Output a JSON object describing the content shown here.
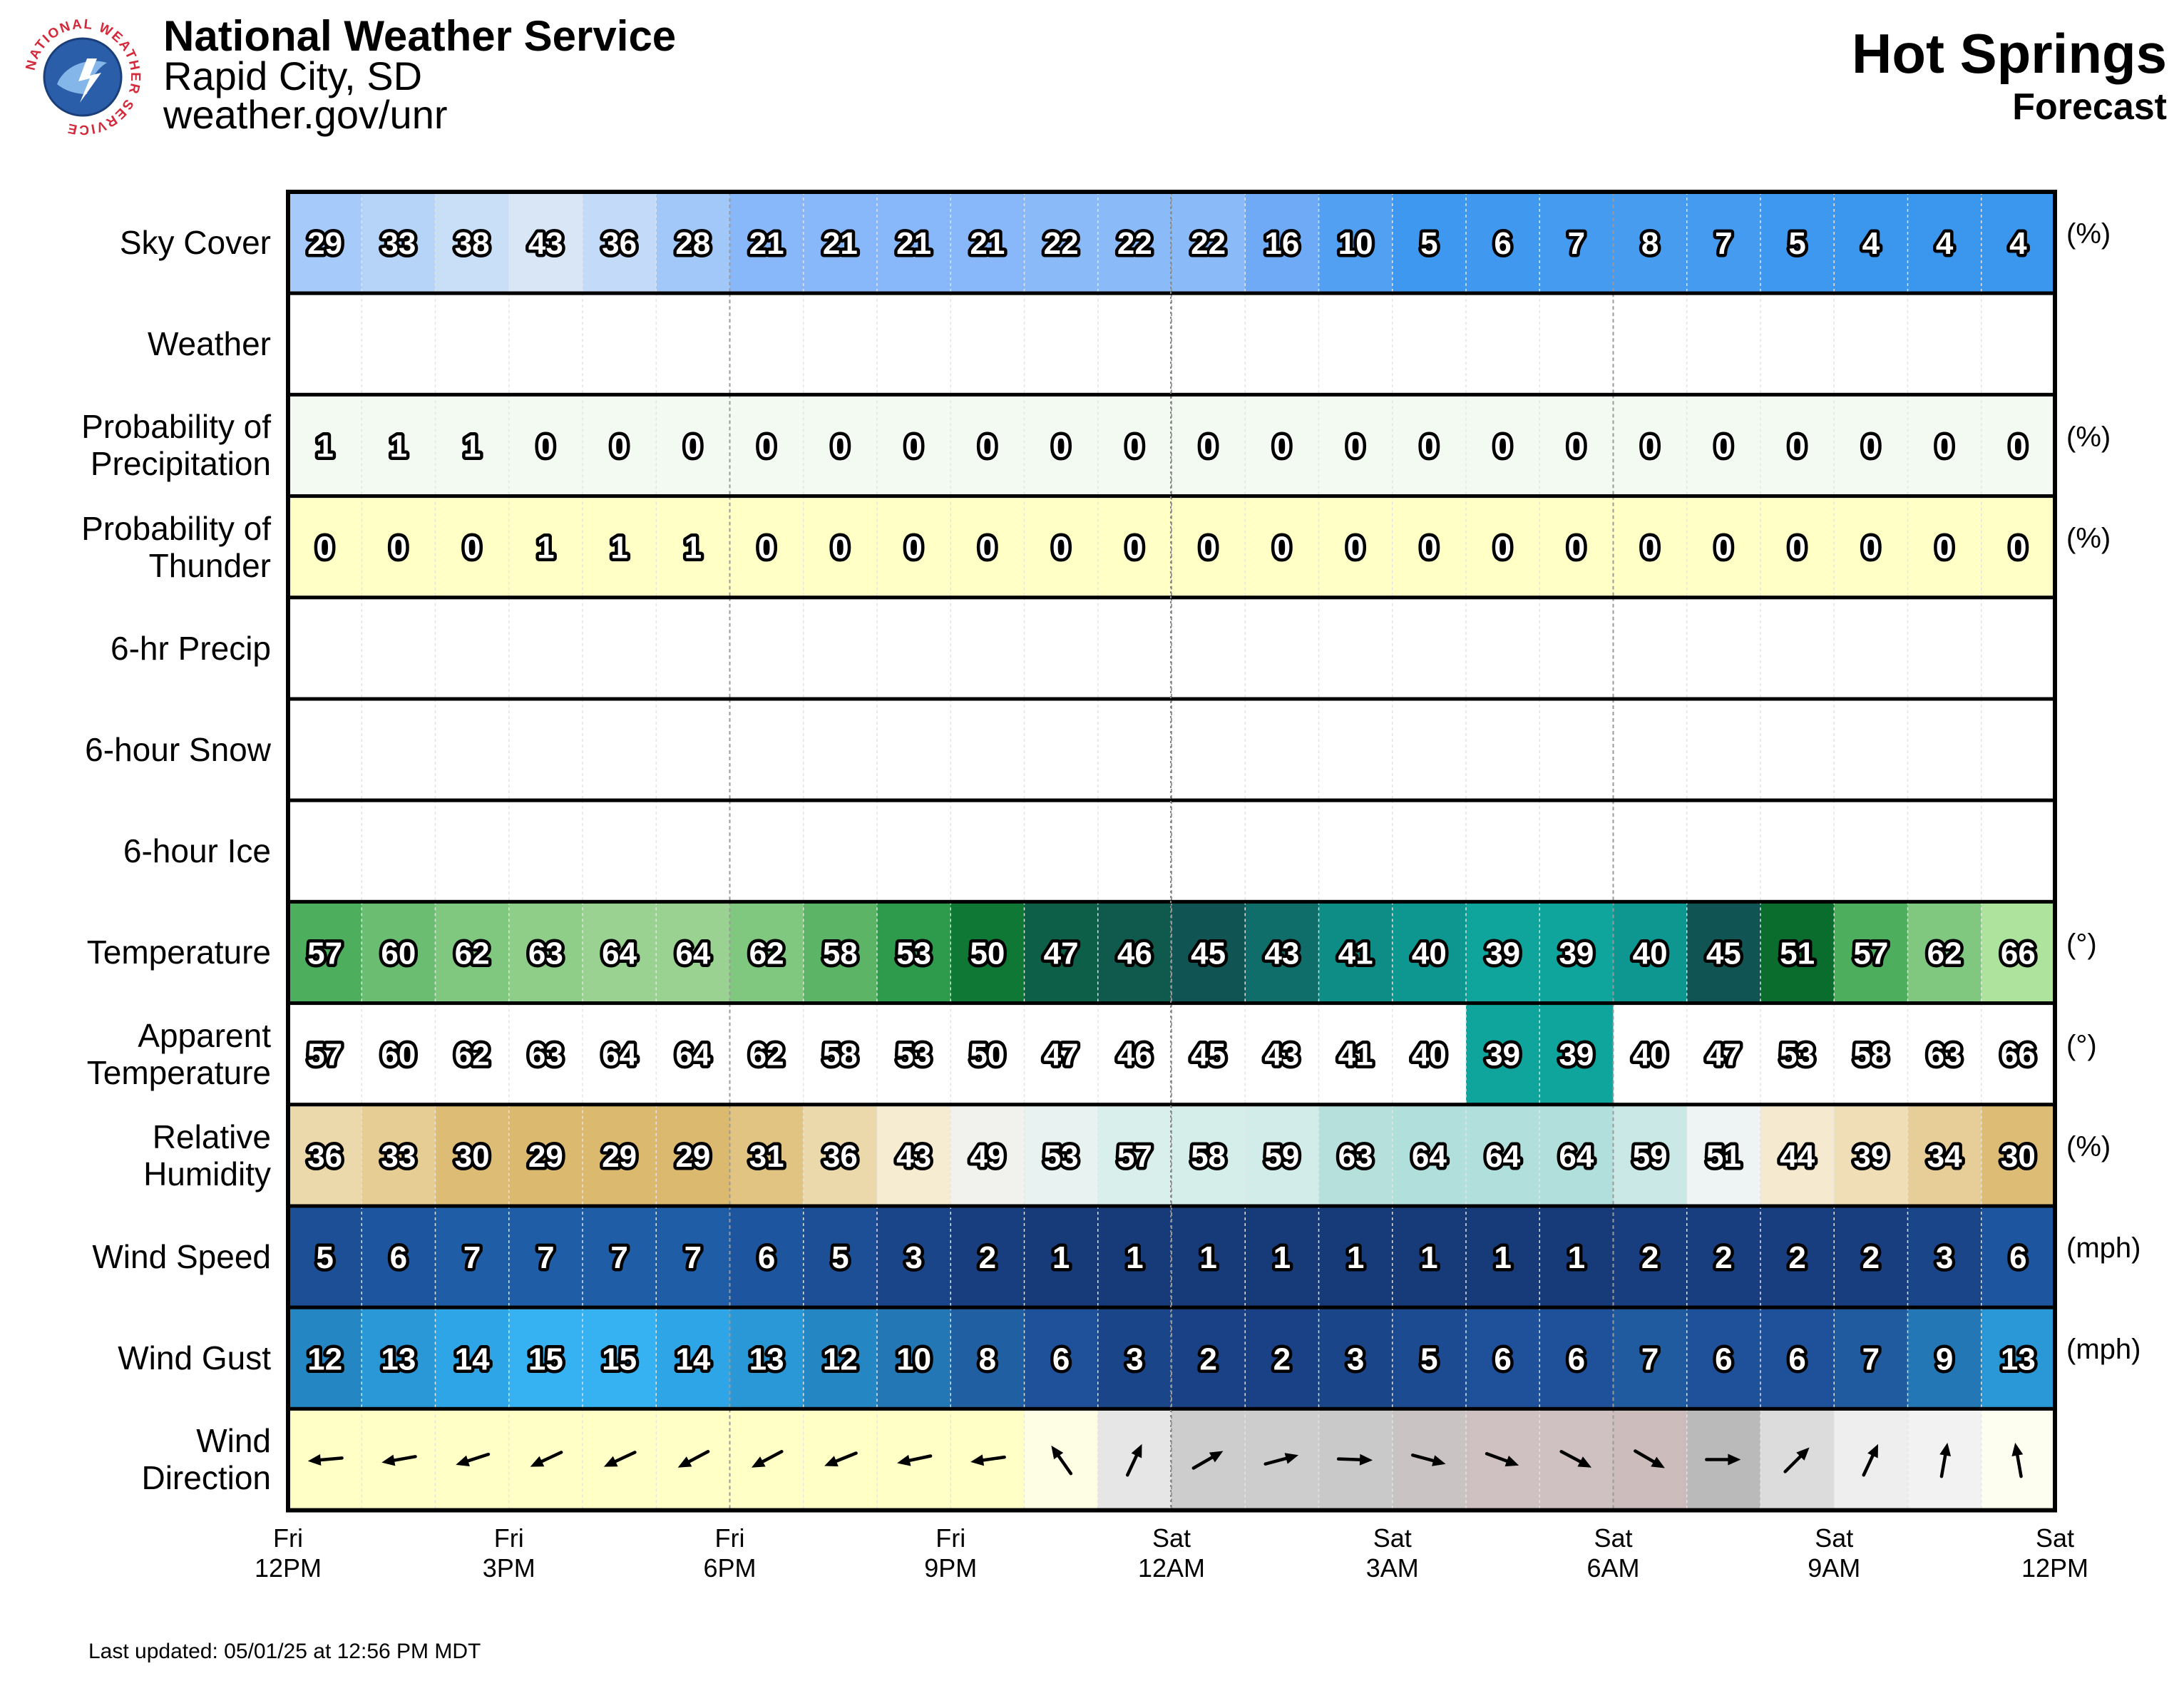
{
  "header": {
    "org_name": "National Weather Service",
    "office": "Rapid City, SD",
    "url": "weather.gov/unr",
    "location": "Hot Springs",
    "subtitle": "Forecast",
    "logo_text": "NATIONAL WEATHER SERVICE"
  },
  "footer": {
    "updated": "Last updated: 05/01/25 at 12:56 PM MDT"
  },
  "chart_data": {
    "type": "table",
    "hours": 24,
    "x_ticks": [
      {
        "day": "Fri",
        "time": "12PM"
      },
      {
        "day": "Fri",
        "time": "3PM"
      },
      {
        "day": "Fri",
        "time": "6PM"
      },
      {
        "day": "Fri",
        "time": "9PM"
      },
      {
        "day": "Sat",
        "time": "12AM"
      },
      {
        "day": "Sat",
        "time": "3AM"
      },
      {
        "day": "Sat",
        "time": "6AM"
      },
      {
        "day": "Sat",
        "time": "9AM"
      },
      {
        "day": "Sat",
        "time": "12PM"
      }
    ],
    "rows": [
      {
        "id": "sky",
        "label_lines": [
          "Sky Cover"
        ],
        "unit": "(%)",
        "values": [
          29,
          33,
          38,
          43,
          36,
          28,
          21,
          21,
          21,
          21,
          22,
          22,
          22,
          16,
          10,
          5,
          6,
          7,
          8,
          7,
          5,
          4,
          4,
          4
        ]
      },
      {
        "id": "weather",
        "label_lines": [
          "Weather"
        ],
        "unit": "",
        "values": []
      },
      {
        "id": "pop",
        "label_lines": [
          "Probability of",
          "Precipitation"
        ],
        "unit": "(%)",
        "values": [
          1,
          1,
          1,
          0,
          0,
          0,
          0,
          0,
          0,
          0,
          0,
          0,
          0,
          0,
          0,
          0,
          0,
          0,
          0,
          0,
          0,
          0,
          0,
          0
        ]
      },
      {
        "id": "thunder",
        "label_lines": [
          "Probability of",
          "Thunder"
        ],
        "unit": "(%)",
        "values": [
          0,
          0,
          0,
          1,
          1,
          1,
          0,
          0,
          0,
          0,
          0,
          0,
          0,
          0,
          0,
          0,
          0,
          0,
          0,
          0,
          0,
          0,
          0,
          0
        ]
      },
      {
        "id": "precip6",
        "label_lines": [
          "6-hr Precip"
        ],
        "unit": "",
        "values": []
      },
      {
        "id": "snow6",
        "label_lines": [
          "6-hour Snow"
        ],
        "unit": "",
        "values": []
      },
      {
        "id": "ice6",
        "label_lines": [
          "6-hour Ice"
        ],
        "unit": "",
        "values": []
      },
      {
        "id": "temp",
        "label_lines": [
          "Temperature"
        ],
        "unit": "(°)",
        "values": [
          57,
          60,
          62,
          63,
          64,
          64,
          62,
          58,
          53,
          50,
          47,
          46,
          45,
          43,
          41,
          40,
          39,
          39,
          40,
          45,
          51,
          57,
          62,
          66
        ]
      },
      {
        "id": "apparent",
        "label_lines": [
          "Apparent",
          "Temperature"
        ],
        "unit": "(°)",
        "values": [
          57,
          60,
          62,
          63,
          64,
          64,
          62,
          58,
          53,
          50,
          47,
          46,
          45,
          43,
          41,
          40,
          39,
          39,
          40,
          47,
          53,
          58,
          63,
          66
        ]
      },
      {
        "id": "rh",
        "label_lines": [
          "Relative",
          "Humidity"
        ],
        "unit": "(%)",
        "values": [
          36,
          33,
          30,
          29,
          29,
          29,
          31,
          36,
          43,
          49,
          53,
          57,
          58,
          59,
          63,
          64,
          64,
          64,
          59,
          51,
          44,
          39,
          34,
          30
        ]
      },
      {
        "id": "wspd",
        "label_lines": [
          "Wind Speed"
        ],
        "unit": "(mph)",
        "values": [
          5,
          6,
          7,
          7,
          7,
          7,
          6,
          5,
          3,
          2,
          1,
          1,
          1,
          1,
          1,
          1,
          1,
          1,
          2,
          2,
          2,
          2,
          3,
          6
        ]
      },
      {
        "id": "gust",
        "label_lines": [
          "Wind Gust"
        ],
        "unit": "(mph)",
        "values": [
          12,
          13,
          14,
          15,
          15,
          14,
          13,
          12,
          10,
          8,
          6,
          3,
          2,
          2,
          3,
          5,
          6,
          6,
          7,
          6,
          6,
          7,
          9,
          13
        ]
      },
      {
        "id": "wdir",
        "label_lines": [
          "Wind",
          "Direction"
        ],
        "unit": "",
        "values_deg": [
          85,
          80,
          72,
          65,
          65,
          62,
          62,
          68,
          78,
          82,
          145,
          205,
          240,
          255,
          272,
          285,
          290,
          298,
          300,
          270,
          225,
          205,
          190,
          170
        ]
      }
    ],
    "colors": {
      "sky": [
        "#a6cbfb",
        "#b6d4f8",
        "#c9def7",
        "#d9e6f6",
        "#c3dbf8",
        "#a2c8fa",
        "#88b8f9",
        "#88b8f9",
        "#88b8f9",
        "#88b8f9",
        "#8bbaf8",
        "#8bbaf8",
        "#8bbaf8",
        "#6eaaf5",
        "#52a0f2",
        "#3f98ef",
        "#4199ef",
        "#459bef",
        "#479cef",
        "#459bef",
        "#3f98ef",
        "#3b96ee",
        "#3b96ee",
        "#3b96ee"
      ],
      "pop": "#f3faf2",
      "thunder": "#ffffc6",
      "temp": [
        "#4daf5e",
        "#6bbd72",
        "#80c880",
        "#8ece89",
        "#99d291",
        "#99d291",
        "#80c880",
        "#5cb567",
        "#2d9b4b",
        "#0f7834",
        "#0d5f47",
        "#0f5a4c",
        "#105553",
        "#0f6d6a",
        "#0e8d87",
        "#0e9690",
        "#0fa49c",
        "#0fa49c",
        "#0e9690",
        "#105553",
        "#0b6d2d",
        "#4daf5e",
        "#80c880",
        "#aee39e"
      ],
      "apparent": [
        "#ffffff",
        "#ffffff",
        "#ffffff",
        "#ffffff",
        "#ffffff",
        "#ffffff",
        "#ffffff",
        "#ffffff",
        "#ffffff",
        "#ffffff",
        "#ffffff",
        "#ffffff",
        "#ffffff",
        "#ffffff",
        "#ffffff",
        "#ffffff",
        "#0fa49c",
        "#0fa49c",
        "#ffffff",
        "#ffffff",
        "#ffffff",
        "#ffffff",
        "#ffffff",
        "#ffffff"
      ],
      "rh": [
        "#ecd9ab",
        "#e6cd93",
        "#ddbd76",
        "#dbb96f",
        "#dbb96f",
        "#dbb96f",
        "#e1c482",
        "#ecd9ab",
        "#f6ecd2",
        "#f1f1ee",
        "#e8f2f0",
        "#d9efec",
        "#d5eeea",
        "#d2ecea",
        "#b5e0dc",
        "#b1dfdb",
        "#b1dfdb",
        "#b1dfdb",
        "#cae9e6",
        "#eef3f3",
        "#f5ead0",
        "#f0dfb6",
        "#e7ce99",
        "#ddbd76"
      ],
      "wspd": [
        "#1d4f96",
        "#1d569e",
        "#1f5ea6",
        "#1f5ea6",
        "#1f5ea6",
        "#1f5ea6",
        "#1d569e",
        "#1d4f96",
        "#1a4689",
        "#193e7f",
        "#173a78",
        "#173a78",
        "#173a78",
        "#173a78",
        "#173a78",
        "#173a78",
        "#173a78",
        "#173a78",
        "#193e7f",
        "#193e7f",
        "#193e7f",
        "#193e7f",
        "#1a4689",
        "#1d569e"
      ],
      "gust": [
        "#2586c4",
        "#2a97d6",
        "#2ea5e6",
        "#36b2f3",
        "#36b2f3",
        "#2ea5e6",
        "#2a97d6",
        "#2586c4",
        "#2277b4",
        "#215fa3",
        "#1f509a",
        "#1b4589",
        "#1a4185",
        "#1a4185",
        "#1b4589",
        "#1d4b91",
        "#1f509a",
        "#1f509a",
        "#205a9f",
        "#1f509a",
        "#1f509a",
        "#205a9f",
        "#2277b4",
        "#2a97d6"
      ],
      "wdir": [
        "#ffffc6",
        "#ffffc6",
        "#ffffc6",
        "#ffffc6",
        "#ffffc6",
        "#ffffc6",
        "#ffffc6",
        "#ffffc6",
        "#ffffc6",
        "#ffffc6",
        "#fefee4",
        "#e6e6e6",
        "#cdcdcd",
        "#cdcdcd",
        "#c9c9c9",
        "#cac3c3",
        "#cfc1c1",
        "#cfc1c1",
        "#ccbcbc",
        "#bababa",
        "#dcdcdc",
        "#eeeeee",
        "#f2f2f2",
        "#fefef0"
      ]
    }
  }
}
